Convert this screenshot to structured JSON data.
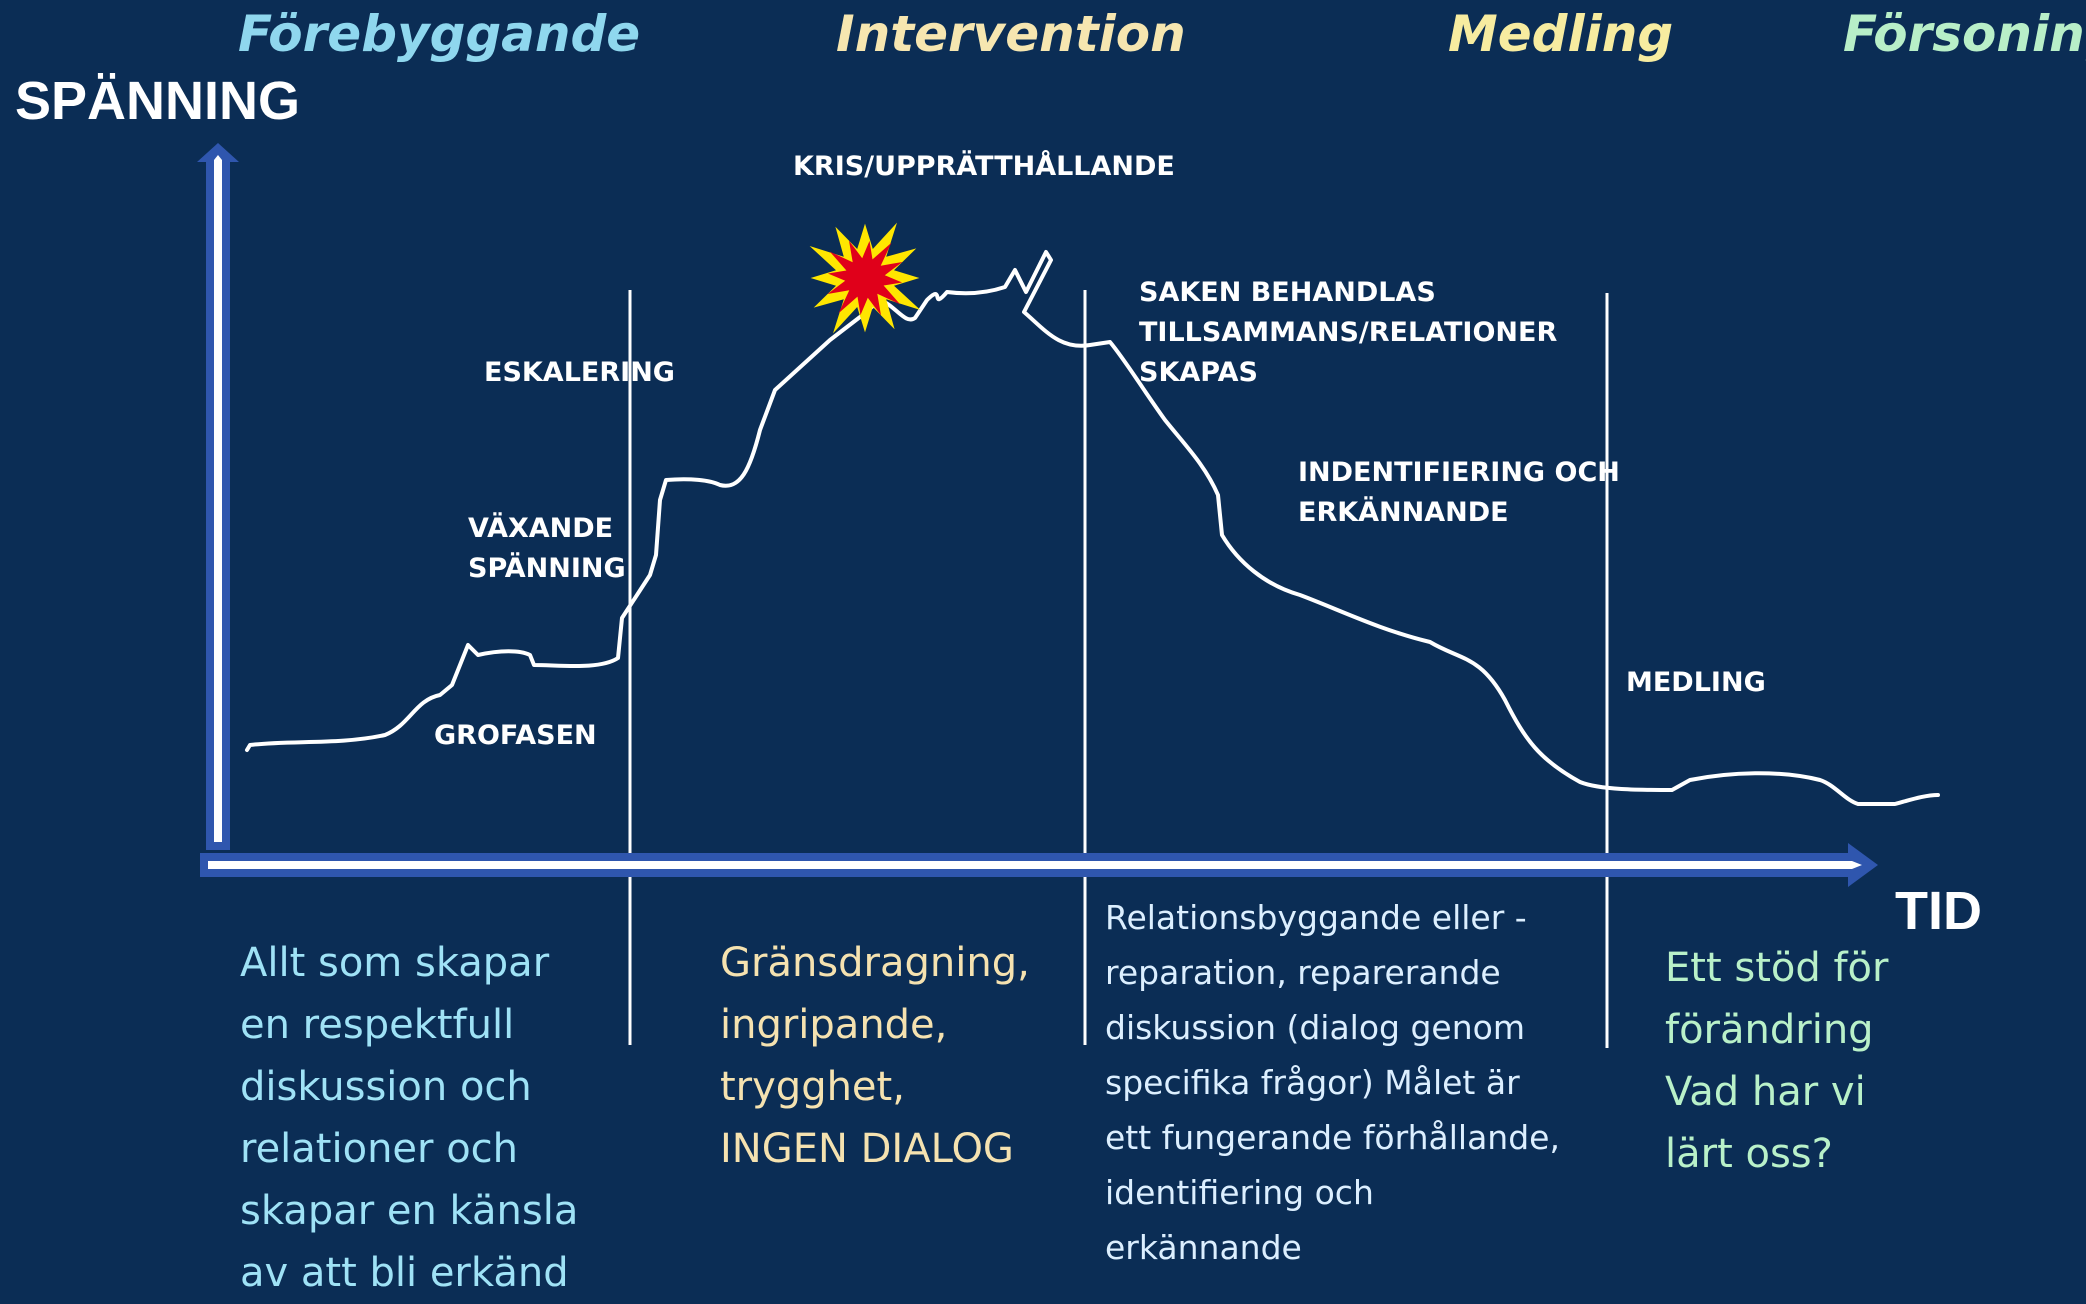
{
  "phases": [
    "Förebyggande",
    "Intervention",
    "Medling",
    "Försoning"
  ],
  "axes": {
    "y_label": "SPÄNNING",
    "x_label": "TID"
  },
  "stage_labels": {
    "grofasen": "GROFASEN",
    "vaxande": "VÄXANDE\nSPÄNNING",
    "eskalering": "ESKALERING",
    "kris": "KRIS/UPPRÄTTHÅLLANDE",
    "saken": "SAKEN BEHANDLAS\nTILLSAMMANS/RELATIONER\nSKAPAS",
    "identifiering": "INDENTIFIERING OCH\nERKÄNNANDE",
    "medling": "MEDLING"
  },
  "descriptions": [
    "Allt som skapar\nen respektfull\ndiskussion och\nrelationer och\nskapar en känsla\nav att bli erkänd",
    "Gränsdragning,\ningripande,\ntrygghet,\nINGEN DIALOG",
    "Relationsbyggande eller -\nreparation, reparerande\ndiskussion (dialog genom\nspecifika frågor) Målet är\nett fungerande förhållande,\nidentifiering och\nerkännande",
    "Ett stöd för\nförändring\nVad har vi\nlärt oss?"
  ],
  "colors": {
    "background": "#0b2d55",
    "axis": "#2f56ae",
    "curve": "#ffffff",
    "burst_outer": "#ffe600",
    "burst_inner": "#e0001a"
  },
  "icons": {
    "crisis_marker": "explosion-icon"
  }
}
